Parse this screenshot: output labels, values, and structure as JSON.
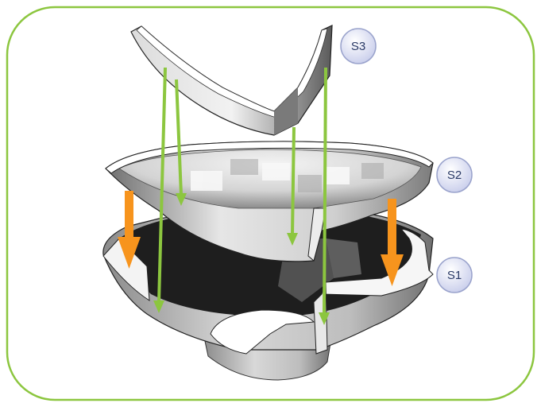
{
  "diagram": {
    "labels": {
      "s1": "S1",
      "s2": "S2",
      "s3": "S3"
    }
  },
  "colors": {
    "frame": "#8cc63f",
    "green_arrow": "#8cc63f",
    "orange_arrow": "#f7941d",
    "badge_fill": "#d7dcf3",
    "badge_stroke": "#9aa3cc"
  }
}
